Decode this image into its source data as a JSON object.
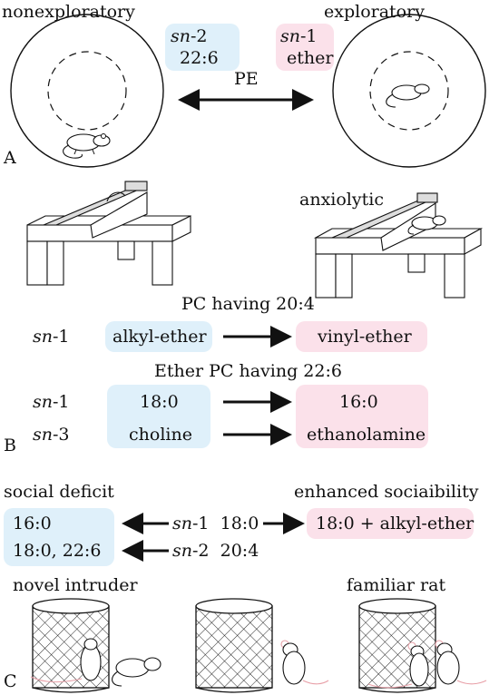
{
  "panelA": {
    "letter": "A",
    "left_label": "nonexploratory",
    "right_label": "exploratory",
    "center_label": "PE",
    "blue_box": {
      "prefix": "sn",
      "suffix": "-2",
      "value": "22:6"
    },
    "pink_box": {
      "prefix": "sn",
      "suffix": "-1",
      "value": "ether"
    }
  },
  "panelB": {
    "letter": "B",
    "right_label": "anxiolytic",
    "heading1": "PC having 20:4",
    "row1": {
      "prefix": "sn",
      "suffix": "-1",
      "from": "alkyl-ether",
      "to": "vinyl-ether"
    },
    "heading2": "Ether PC having 22:6",
    "row2": {
      "prefix": "sn",
      "suffix": "-1",
      "from": "18:0",
      "to": "16:0"
    },
    "row3": {
      "prefix": "sn",
      "suffix": "-3",
      "from": "choline",
      "to": "ethanolamine"
    }
  },
  "panelC": {
    "letter": "C",
    "left_label": "social deficit",
    "right_label": "enhanced sociaibility",
    "left_box": {
      "line1": "16:0",
      "line2": "18:0, 22:6"
    },
    "right_box": "18:0 + alkyl-ether",
    "mid1": {
      "prefix": "sn",
      "suffix": "-1",
      "value": "18:0"
    },
    "mid2": {
      "prefix": "sn",
      "suffix": "-2",
      "value": "20:4"
    },
    "cage_left_label": "novel intruder",
    "cage_right_label": "familiar rat"
  },
  "colors": {
    "blue_box": "#dff0fa",
    "pink_box": "#fbe1ea",
    "ink": "#111111",
    "rat_ear": "#e8a0a8"
  },
  "icons": [
    "circle-arena-icon",
    "rat-icon",
    "elevated-plus-maze-icon",
    "mesh-cage-icon",
    "double-arrow-icon",
    "arrow-right-icon",
    "arrow-left-icon"
  ]
}
